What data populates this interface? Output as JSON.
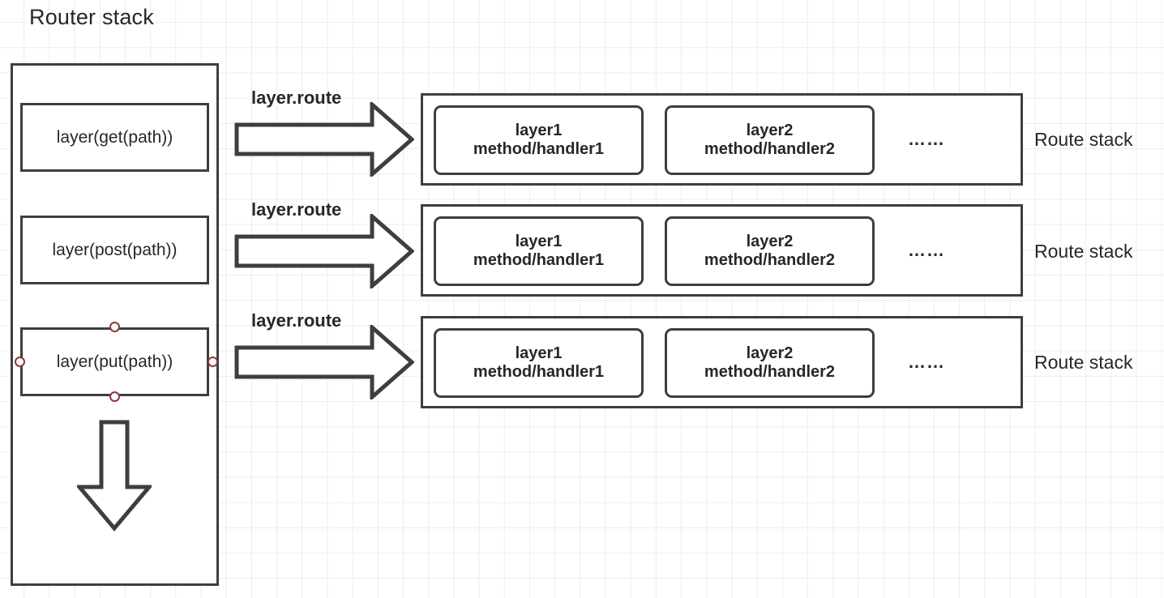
{
  "page_title": "Router stack",
  "colors": {
    "stroke": "#3c3f41",
    "text": "#25282b",
    "grid": "#ececec",
    "handle": "#8c3a3a",
    "background": "#ffffff"
  },
  "router_stack": {
    "title": "Router stack",
    "layers": [
      {
        "label": "layer(get(path))",
        "selected": false
      },
      {
        "label": "layer(post(path))",
        "selected": false
      },
      {
        "label": "layer(put(path))",
        "selected": true
      }
    ],
    "down_arrow_icon": "down-block-arrow-icon"
  },
  "connectors": [
    {
      "label": "layer.route",
      "icon": "right-block-arrow-icon"
    },
    {
      "label": "layer.route",
      "icon": "right-block-arrow-icon"
    },
    {
      "label": "layer.route",
      "icon": "right-block-arrow-icon"
    }
  ],
  "route_stacks": [
    {
      "label": "Route stack",
      "ellipsis": "……",
      "layers": [
        {
          "line1": "layer1",
          "line2": "method/handler1"
        },
        {
          "line1": "layer2",
          "line2": "method/handler2"
        }
      ]
    },
    {
      "label": "Route stack",
      "ellipsis": "……",
      "layers": [
        {
          "line1": "layer1",
          "line2": "method/handler1"
        },
        {
          "line1": "layer2",
          "line2": "method/handler2"
        }
      ]
    },
    {
      "label": "Route stack",
      "ellipsis": "……",
      "layers": [
        {
          "line1": "layer1",
          "line2": "method/handler1"
        },
        {
          "line1": "layer2",
          "line2": "method/handler2"
        }
      ]
    }
  ]
}
